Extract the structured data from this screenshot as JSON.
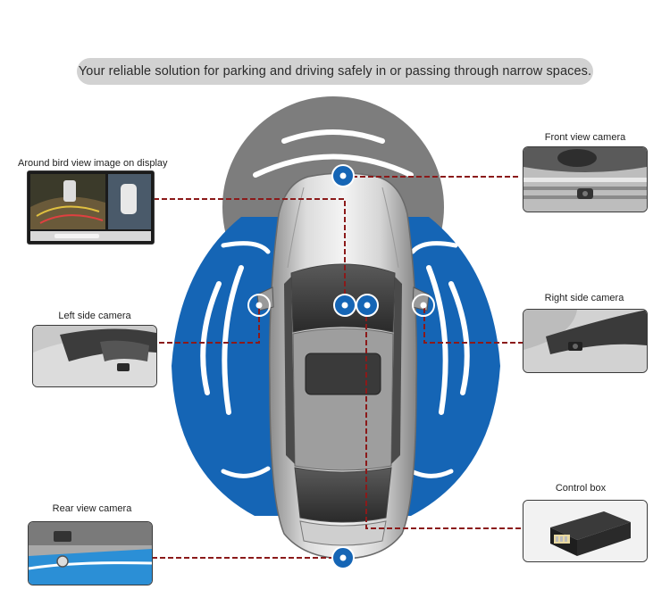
{
  "banner": {
    "text": "Your reliable solution for parking and driving safely in or passing through narrow spaces."
  },
  "labels": {
    "bird_view": "Around bird view image on display",
    "front": "Front view camera",
    "left": "Left side camera",
    "right": "Right side camera",
    "rear": "Rear view camera",
    "control": "Control box"
  },
  "colors": {
    "coverage_blue": "#1565b5",
    "coverage_gray": "#7d7d7d",
    "connector_red": "#8b1a1a",
    "banner_bg": "#d2d2d2"
  }
}
